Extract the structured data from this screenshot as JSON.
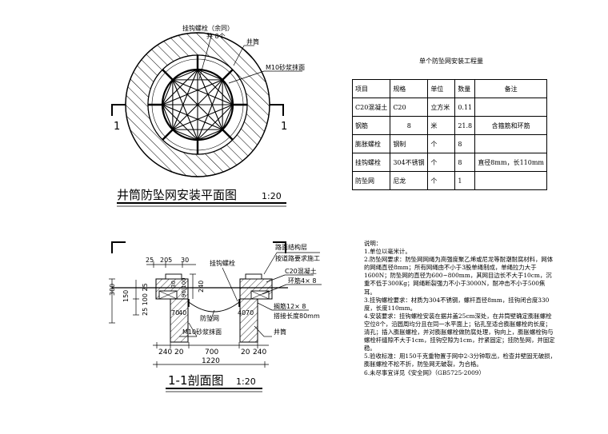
{
  "plan_view": {
    "title": "井筒防坠网安装平面图",
    "scale": "1:20",
    "label_bolt": "挂钩螺栓（余同）",
    "label_bolt_count": "共 8个",
    "label_shaft": "井筒",
    "label_mortar": "M10砂浆抹面",
    "section_mark_left": "1",
    "section_mark_right": "1"
  },
  "section_view": {
    "title": "1-1剖面图",
    "scale": "1:20",
    "label_pavement": "路面结构层",
    "label_pavement_req": "按道路要求施工",
    "label_bolt": "挂钩螺栓",
    "label_concrete": "C20混凝土",
    "label_ring_bar": "环筋4× 8",
    "label_net": "防坠网",
    "label_anchor_bar": "搁筋12× 8",
    "label_anchor_len": "搭接长度80mm",
    "label_mortar": "M10砂浆抹面",
    "label_shaft": "井筒",
    "dims": {
      "top_25": "25",
      "top_205": "205",
      "top_30": "30",
      "d30": "30",
      "d100_200": "90|100",
      "d240_v": "240",
      "d150": "150",
      "d25_100_25": "25 100 25",
      "d70a": "70",
      "d40a": "40",
      "d40b": "40",
      "d70b": "70",
      "b240_l": "240",
      "b20_l": "20",
      "b700": "700",
      "b20_r": "20",
      "b240_r": "240",
      "b1220": "1220"
    }
  },
  "quantity_table": {
    "title": "单个防坠网安装工程量",
    "headers": [
      "项目",
      "规格",
      "单位",
      "数量",
      "备注"
    ],
    "rows": [
      [
        "C20混凝土",
        "C20",
        "立方米",
        "0.11",
        ""
      ],
      [
        "钢筋",
        "8",
        "米",
        "21.8",
        "含箍筋和环筋"
      ],
      [
        "膨胀螺栓",
        "钢制",
        "个",
        "8",
        ""
      ],
      [
        "挂钩螺栓",
        "304不锈钢",
        "个",
        "8",
        "直径8mm，长110mm"
      ],
      [
        "防坠网",
        "尼龙",
        "个",
        "1",
        ""
      ]
    ]
  },
  "notes": {
    "heading": "说明：",
    "items": [
      "1.单位以毫米计。",
      "2.防坠网要求：防坠网网绳为高强度聚乙烯或尼龙等耐潮耐腐材料，网体的网绳直径8mm；所有网绳由不小于3股单绳制成，单绳拉力大于1600N；防坠网的直径为600~800mm，其网目边长不大于10cm，沉重不低于300Kg；网绳断裂强力不小于3000N，耐冲击不小于500焦耳。",
      "3.挂钩螺栓要求：材质为304不锈钢，螺杆直径8mm，挂钩闭合度330度，长度110mm。",
      "4.安装要求：挂钩螺栓安装在据井盖25cm深处，在井筒壁确定膨胀螺栓空位8个，沿圆周均分且在同一水平面上；钻孔至适合膨胀螺栓的长度；清孔；插入膨胀螺栓，并对膨胀螺栓做防腐处理，钩向上，膨胀螺栓钩与螺栓杆缝隙不大于1cm，挂钩空隙为1cm，拧紧固定；挂防坠网，并固定稳。",
      "5.验收标准：用150千克重物置于网中2-3分钟取出，检查井壁固无破损，膨胀螺栓不松不折，防坠网无破裂，为合格。",
      "6.未尽事宜详见《安全网》（GB5725-2009）"
    ]
  }
}
